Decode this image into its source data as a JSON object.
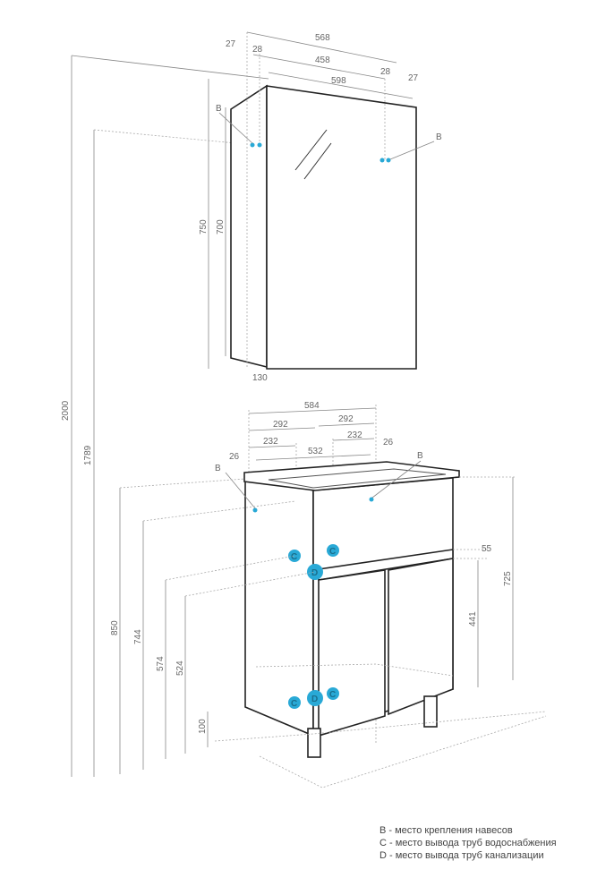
{
  "mirror_cabinet": {
    "width_outer": "568",
    "width_inner": "458",
    "width_door": "598",
    "side_left": "27",
    "side_right": "27",
    "hinge_left": "28",
    "hinge_right": "28",
    "height_total": "750",
    "height_inner": "700",
    "depth": "130"
  },
  "overall": {
    "height_top": "2000",
    "height_mount": "1789"
  },
  "vanity": {
    "width_total": "584",
    "half_left": "292",
    "half_right": "292",
    "c_left": "232",
    "c_right": "232",
    "inner": "532",
    "offset_left": "26",
    "offset_right": "26",
    "height_850": "850",
    "height_744": "744",
    "height_574": "574",
    "height_524": "524",
    "height_100": "100",
    "height_725": "725",
    "height_441": "441",
    "height_55": "55"
  },
  "markers": {
    "b": "B",
    "c": "C",
    "d": "D"
  },
  "legend": [
    "B - место крепления навесов",
    "C - место вывода труб водоснабжения",
    "D - место вывода труб канализации"
  ],
  "colors": {
    "marker": "#29a9d6",
    "outline": "#222222",
    "dimension": "#888888"
  }
}
